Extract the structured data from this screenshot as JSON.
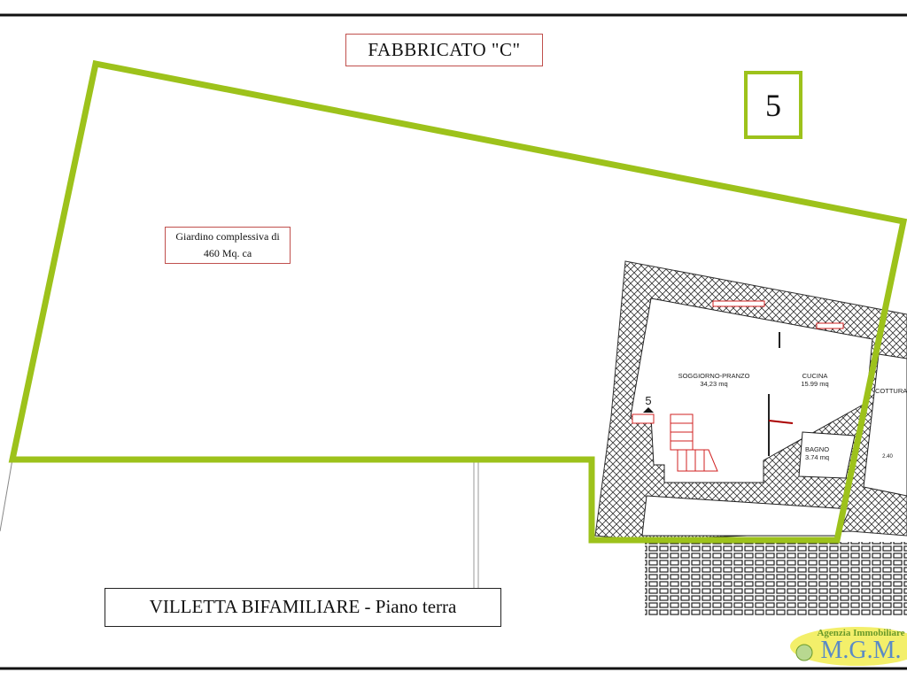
{
  "building_title": "FABBRICATO \"C\"",
  "unit_number": "5",
  "garden_label": {
    "line1": "Giardino complessiva di",
    "line2": "460 Mq. ca"
  },
  "caption": "VILLETTA BIFAMILIARE - Piano terra",
  "rooms": [
    {
      "name": "SOGGIORNO-PRANZO",
      "area": "34,23 mq"
    },
    {
      "name": "CUCINA",
      "area": "15.99 mq"
    },
    {
      "name": "BAGNO",
      "area": "3.74 mq"
    },
    {
      "name": "COTTURA-",
      "area": ""
    }
  ],
  "section_marker": "5",
  "dimension": "2.40",
  "logo": {
    "line1": "Agenzia Immobiliare",
    "line2": "M.G.M."
  },
  "colors": {
    "outline": "#9dc21b",
    "label_border": "#c0504d",
    "stairs": "#d02020"
  }
}
